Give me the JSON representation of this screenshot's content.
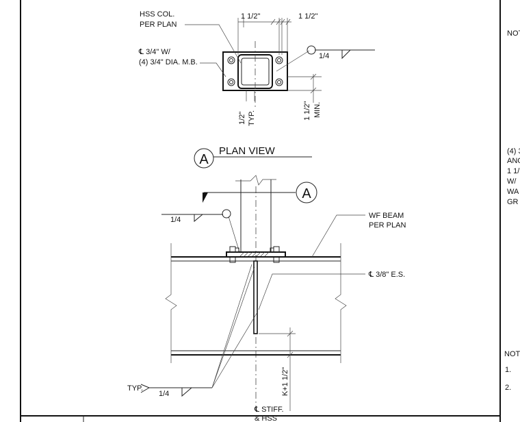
{
  "plan": {
    "callout_col_1": "HSS COL.",
    "callout_col_2": "PER PLAN",
    "callout_plate_1": "℄ 3/4\" W/",
    "callout_plate_2": "(4) 3/4\" DIA. M.B.",
    "dim_top_left": "1 1/2\"",
    "dim_top_right": "1 1/2\"",
    "weld_size": "1/4",
    "dim_bottom_left_1": "1/2\"",
    "dim_bottom_left_2": "TYP.",
    "dim_bottom_right_1": "1 1/2\"",
    "dim_bottom_right_2": "MIN."
  },
  "view_title": {
    "marker": "A",
    "title": "PLAN VIEW"
  },
  "elevation": {
    "section_marker": "A",
    "weld_size_left": "1/4",
    "callout_beam_1": "WF BEAM",
    "callout_beam_2": "PER PLAN",
    "callout_stiff": "℄ 3/8\" E.S.",
    "dim_k": "K+1 1/2\"",
    "typ_label": "TYP.",
    "weld_size_bottom": "1/4",
    "center_label_1": "℄ STIFF.",
    "center_label_2": "& HSS"
  },
  "side_notes": {
    "notes_header_top": "NOT",
    "note_lines": [
      "(4) 3",
      "ANG",
      "1 1/",
      "W/",
      "WA",
      "GR"
    ],
    "notes_header_bottom": "NOT",
    "note_numbers": [
      "1.",
      "2."
    ]
  }
}
